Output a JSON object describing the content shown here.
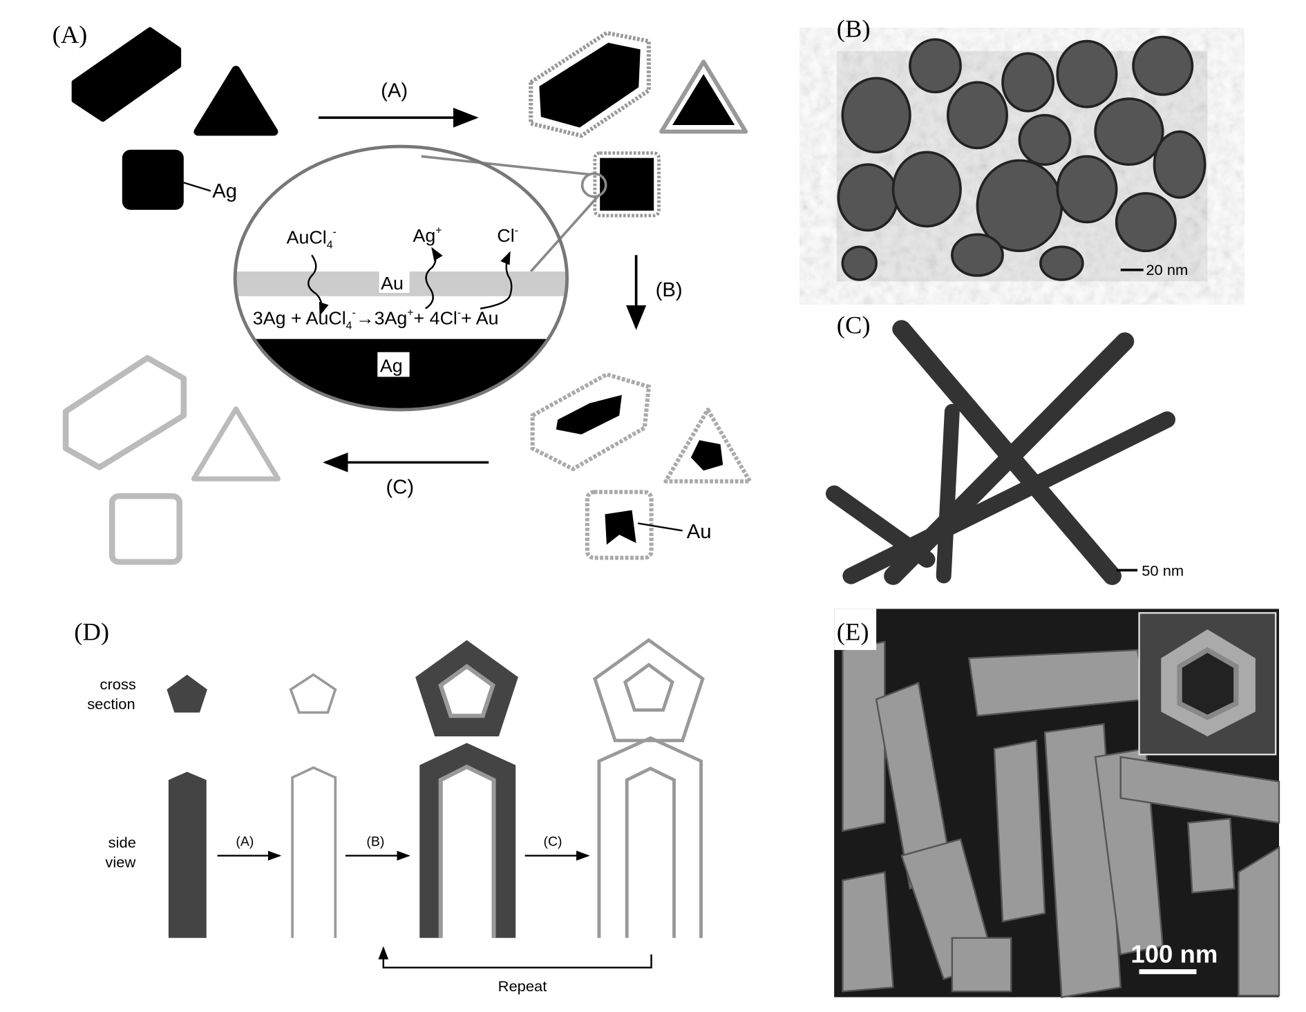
{
  "panels": {
    "a": "(A)",
    "b": "(B)",
    "c": "(C)",
    "d": "(D)",
    "e": "(E)"
  },
  "scheme_a": {
    "step_a": "(A)",
    "step_b": "(B)",
    "step_c": "(C)",
    "ag_label": "Ag",
    "au_label": "Au",
    "inset": {
      "aucl4": "AuCl",
      "aucl4_sub": "4",
      "aucl4_sup": "-",
      "agplus": "Ag",
      "agplus_sup": "+",
      "clminus": "Cl",
      "clminus_sup": "-",
      "au_layer": "Au",
      "ag_layer": "Ag",
      "eq_part1": "3Ag + AuCl",
      "eq_sub1": "4",
      "eq_sup1": "-",
      "eq_part2": "3Ag",
      "eq_sup2": "+",
      "eq_part3": "+ 4Cl",
      "eq_sup3": "-",
      "eq_part4": "+ Au"
    }
  },
  "scheme_d": {
    "cross_section": [
      "cross",
      "section"
    ],
    "side_view": [
      "side",
      "view"
    ],
    "step_a": "(A)",
    "step_b": "(B)",
    "step_c": "(C)",
    "repeat": "Repeat"
  },
  "micrographs": {
    "b_scale": "20 nm",
    "c_scale": "50 nm",
    "e_scale": "100 nm"
  }
}
